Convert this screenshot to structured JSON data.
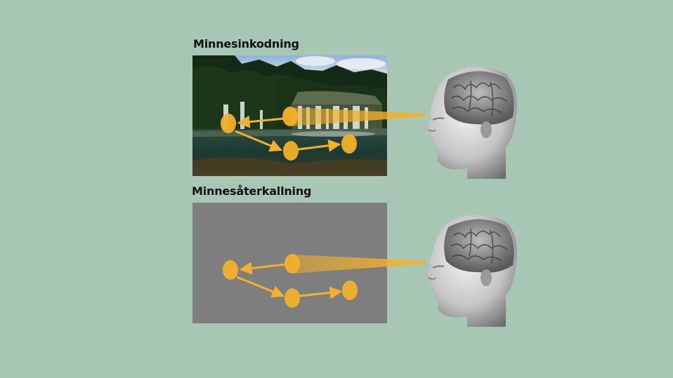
{
  "panels": {
    "encoding": {
      "title": "Minnesinkodning"
    },
    "retrieval": {
      "title": "Minnesåterkallning"
    }
  },
  "colors": {
    "background": "#a8c6b4",
    "accent": "#f2b12a",
    "gray_panel": "#7e7e7e"
  },
  "icons": {
    "head": "human-head-with-brain-icon",
    "gaze": "gaze-beam",
    "fixation": "fixation-point",
    "saccade": "saccade-arrow"
  }
}
